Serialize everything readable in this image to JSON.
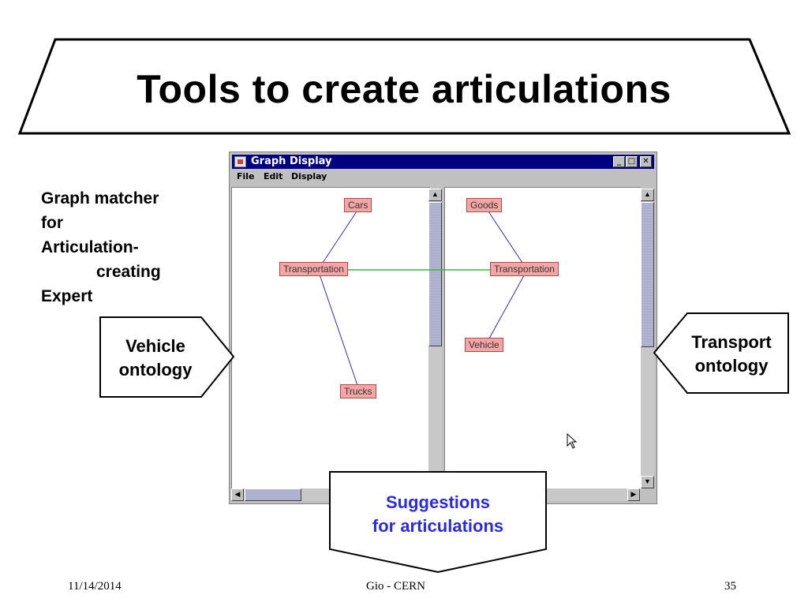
{
  "slide": {
    "title": "Tools to create articulations",
    "left_text": {
      "line1": "Graph matcher",
      "line2": "for",
      "line3": "Articulation-",
      "line4": "creating",
      "line5": "Expert"
    },
    "callout_left": {
      "line1": "Vehicle",
      "line2": "ontology"
    },
    "callout_right": {
      "line1": "Transport",
      "line2": "ontology"
    },
    "callout_bottom": {
      "line1": "Suggestions",
      "line2": "for articulations",
      "color": "#2a2ae0"
    },
    "footer": {
      "date": "11/14/2014",
      "center": "Gio - CERN",
      "page": "35"
    }
  },
  "window": {
    "title": "Graph Display",
    "menu": [
      "File",
      "Edit",
      "Display"
    ],
    "buttons": {
      "minimize": "_",
      "maximize": "□",
      "close": "✕"
    },
    "left_pane": {
      "nodes": {
        "cars": "Cars",
        "transportation": "Transportation",
        "trucks": "Trucks"
      }
    },
    "right_pane": {
      "nodes": {
        "goods": "Goods",
        "transportation": "Transportation",
        "vehicle": "Vehicle"
      }
    },
    "colors": {
      "titlebar": "#000080",
      "node_fill": "#f4a6a6",
      "edge": "#3030b0",
      "match_edge": "#30c030"
    }
  }
}
